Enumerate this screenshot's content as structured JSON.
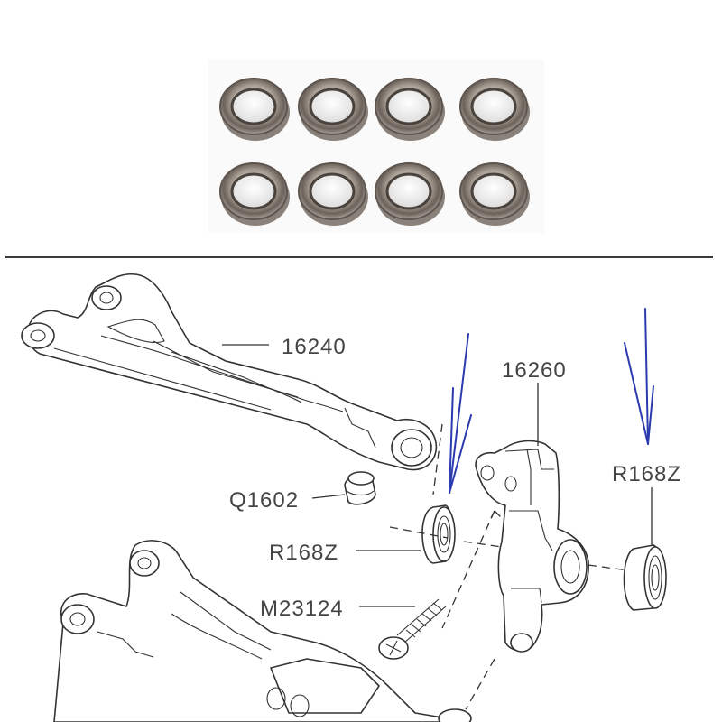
{
  "bearing_photo": {
    "rows": 2,
    "columns": 4,
    "count": 8
  },
  "labels": {
    "upper_arm": "16240",
    "ball_stud": "Q1602",
    "bearing_left": "R168Z",
    "screw": "M23124",
    "knuckle": "16260",
    "bearing_right": "R168Z"
  },
  "colors": {
    "annotation_arrow": "#2b3ab0",
    "line_art": "#333333",
    "label_text": "#444444"
  }
}
